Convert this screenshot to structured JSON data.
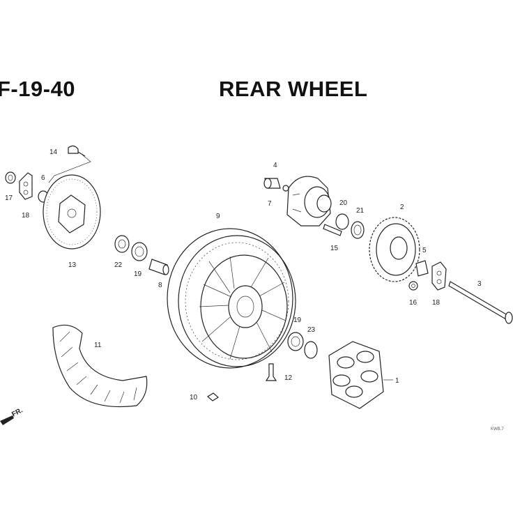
{
  "header": {
    "code": "F-19-40",
    "title": "REAR WHEEL"
  },
  "front_indicator": "FR.",
  "figure_code": "KWB.7",
  "callouts": [
    "1",
    "2",
    "3",
    "4",
    "5",
    "6",
    "7",
    "8",
    "9",
    "10",
    "11",
    "12",
    "13",
    "14",
    "15",
    "16",
    "17",
    "18",
    "18",
    "19",
    "19",
    "20",
    "21",
    "22",
    "23"
  ]
}
